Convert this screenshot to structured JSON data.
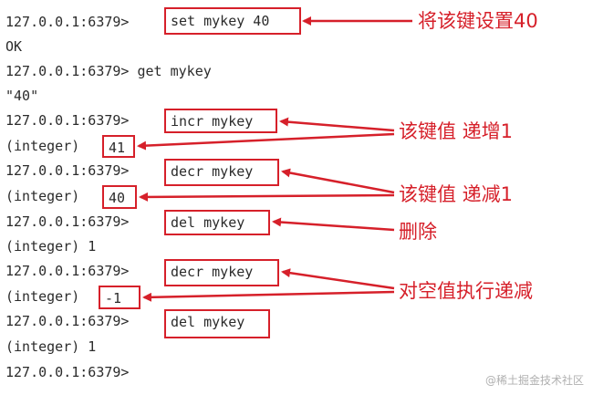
{
  "terminal": {
    "lines": [
      "127.0.0.1:6379>",
      "OK",
      "127.0.0.1:6379> get mykey",
      "\"40\"",
      "127.0.0.1:6379>",
      "(integer)",
      "127.0.0.1:6379>",
      "(integer)",
      "127.0.0.1:6379>",
      "(integer) 1",
      "127.0.0.1:6379>",
      "(integer)",
      "127.0.0.1:6379>",
      "(integer) 1",
      "127.0.0.1:6379>"
    ],
    "boxed": {
      "set_cmd": "set mykey 40",
      "incr_cmd": "incr mykey",
      "incr_result": "41",
      "decr_cmd": "decr mykey",
      "decr_result": "40",
      "del_cmd": "del mykey",
      "decr2_cmd": "decr mykey",
      "decr2_result": "-1",
      "del2_cmd": "del mykey",
      "prompt_1": "127.0.0.1:6379>",
      "prompt_2": "127.0.0.1:6379>",
      "prompt_3": "127.0.0.1:6379>",
      "prompt_4": "127.0.0.1:6379>",
      "prompt_5": "127.0.0.1:6379>"
    }
  },
  "annotations": {
    "set": "将该键设置40",
    "incr": "该键值 递增1",
    "decr": "该键值 递减1",
    "del": "删除",
    "decr_empty": "对空值执行递减"
  },
  "watermark": "@稀土掘金技术社区",
  "colors": {
    "annotation": "#d6202a",
    "text": "#2b2b2b"
  }
}
